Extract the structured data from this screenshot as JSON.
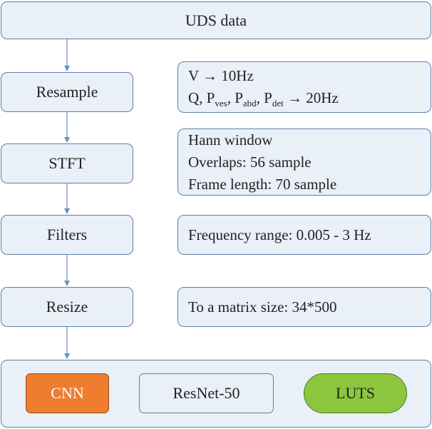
{
  "colors": {
    "box_fill": "#e9f0f7",
    "box_border": "#5b7fa6",
    "arrow": "#6d8fc2",
    "cnn_fill": "#ef7d2f",
    "luts_fill": "#8cc63f"
  },
  "nodes": {
    "uds_data": "UDS data",
    "resample": "Resample",
    "stft": "STFT",
    "filters": "Filters",
    "resize": "Resize",
    "cnn": "CNN",
    "resnet": "ResNet-50",
    "luts": "LUTS"
  },
  "notes": {
    "resample": {
      "line1": "V → 10Hz",
      "line2_q": "Q, P",
      "line2_sub_ves": "ves",
      "line2_sep1": ", P",
      "line2_sub_abd": "abd",
      "line2_sep2": ", P",
      "line2_sub_det": "det",
      "line2_tail": " → 20Hz"
    },
    "stft": {
      "line1": "Hann window",
      "line2": "Overlaps: 56 sample",
      "line3": "Frame length: 70 sample"
    },
    "filters": "Frequency range: 0.005 - 3 Hz",
    "resize": "To a matrix size: 34*500"
  }
}
